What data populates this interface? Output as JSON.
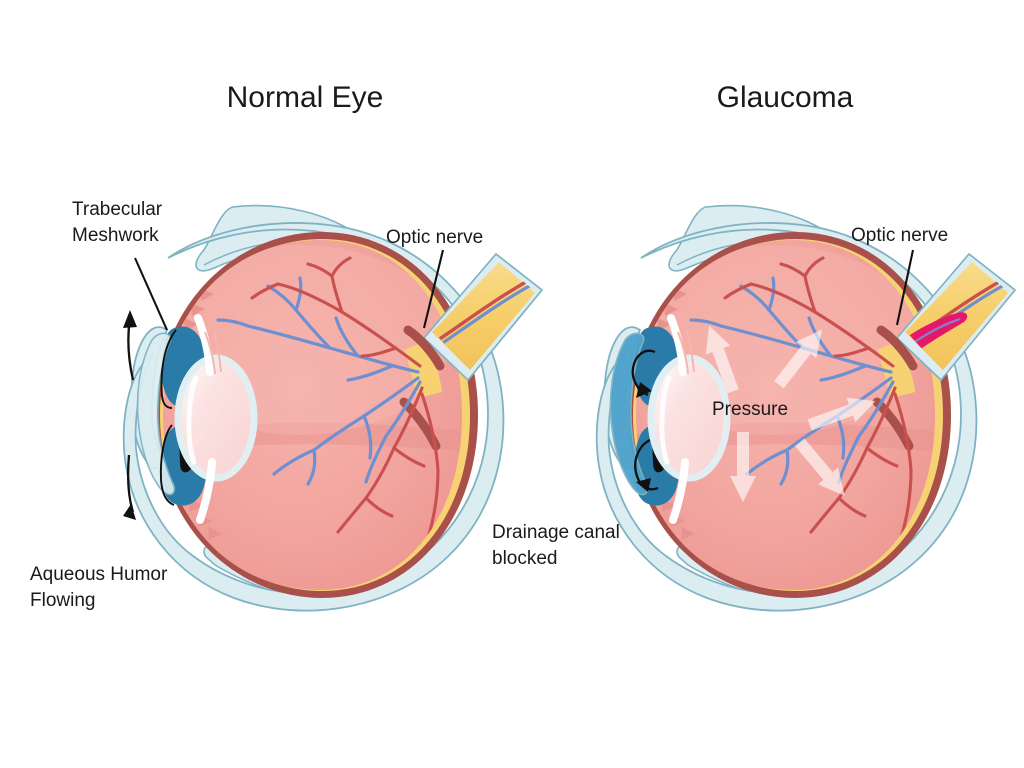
{
  "figure": {
    "kind": "medical-illustration",
    "subject": "Comparison of a normal eye and an eye with glaucoma (cross-section)",
    "background_color": "#ffffff"
  },
  "panels": [
    {
      "id": "normal",
      "title": "Normal Eye",
      "labels": [
        {
          "id": "trabecular-meshwork",
          "line1": "Trabecular",
          "line2": "Meshwork"
        },
        {
          "id": "optic-nerve",
          "line1": "Optic nerve",
          "line2": ""
        },
        {
          "id": "aqueous-humor",
          "line1": "Aqueous Humor",
          "line2": "Flowing"
        }
      ]
    },
    {
      "id": "glaucoma",
      "title": "Glaucoma",
      "labels": [
        {
          "id": "optic-nerve",
          "line1": "Optic nerve",
          "line2": ""
        },
        {
          "id": "pressure",
          "line1": "Pressure",
          "line2": ""
        },
        {
          "id": "drainage-blocked",
          "line1": "Drainage canal",
          "line2": "blocked"
        }
      ]
    }
  ],
  "colors": {
    "sclera": "#DCEDF2",
    "sclera_stroke": "#7FB3C4",
    "choroid_dark": "#A9504A",
    "choroid_yellow": "#F7D273",
    "retina": "#F09E9A",
    "retina_light": "#F4AEA8",
    "retina_shade": "#E8938F",
    "cornea": "#DCEDF2",
    "iris_blue": "#2A7BA8",
    "iris_blue_light": "#4FA3CC",
    "pupil": "#111111",
    "lens_outline": "#E2EFF2",
    "lens_fill": "#F9D7D6",
    "optic_nerve": "#F7D273",
    "optic_nerve_damage": "#E5176B",
    "vein": "#6E8FD0",
    "artery": "#C9504F",
    "text": "#1a1a1a",
    "pressure_arrow": "#ffffff"
  }
}
